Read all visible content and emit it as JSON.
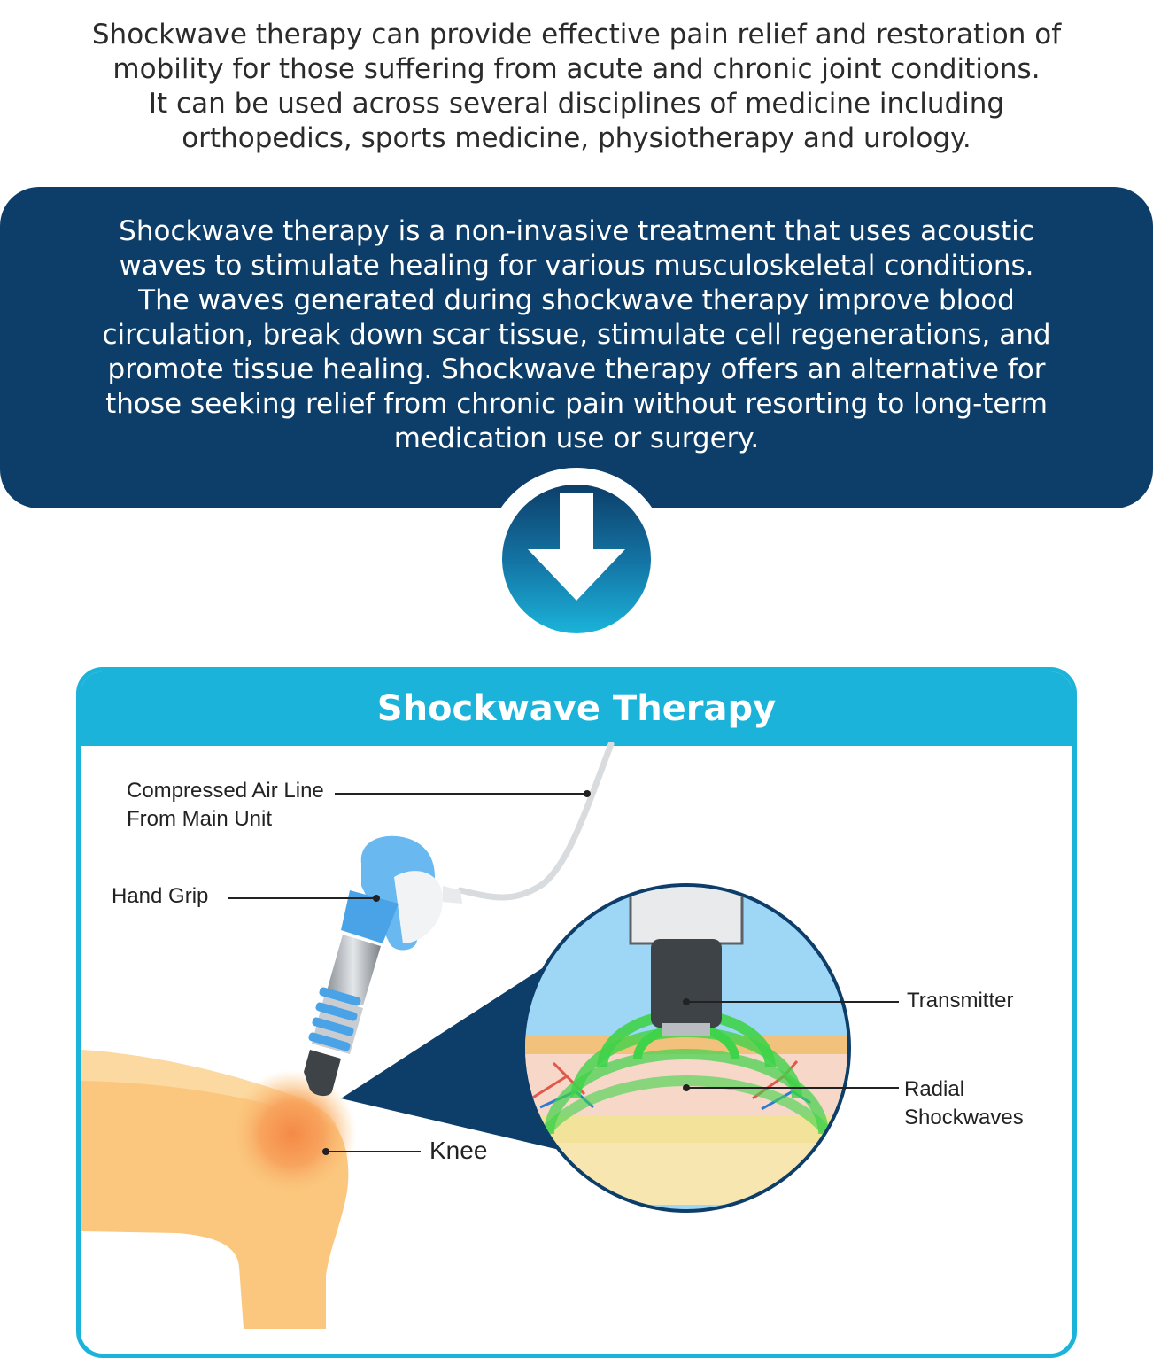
{
  "intro": {
    "lines": [
      "Shockwave therapy can provide effective pain relief and restoration of",
      "mobility for those suffering from acute and chronic joint conditions.",
      "It can be used across several disciplines of medicine including",
      "orthopedics, sports medicine, physiotherapy and urology."
    ]
  },
  "banner": {
    "lines": [
      "Shockwave therapy is a non-invasive treatment that uses acoustic",
      "waves to stimulate healing for various musculoskeletal conditions.",
      "The waves generated during shockwave therapy improve blood",
      "circulation, break down scar tissue, stimulate cell regenerations, and",
      "promote tissue healing. Shockwave therapy offers an alternative for",
      "those seeking relief from chronic pain without resorting to long-term",
      "medication use or surgery."
    ]
  },
  "arrow_icon": "arrow-down-circle-icon",
  "panel": {
    "title": "Shockwave Therapy",
    "labels": {
      "air_line_1": "Compressed Air Line",
      "air_line_2": "From Main Unit",
      "hand_grip": "Hand Grip",
      "transmitter": "Transmitter",
      "radial_1": "Radial",
      "radial_2": "Shockwaves",
      "knee": "Knee"
    }
  },
  "colors": {
    "navy": "#0d3e69",
    "cyan": "#1bb3d9",
    "skin": "#fbc77e",
    "device_blue": "#4aa3e6",
    "wave_green": "#3fd34a"
  }
}
